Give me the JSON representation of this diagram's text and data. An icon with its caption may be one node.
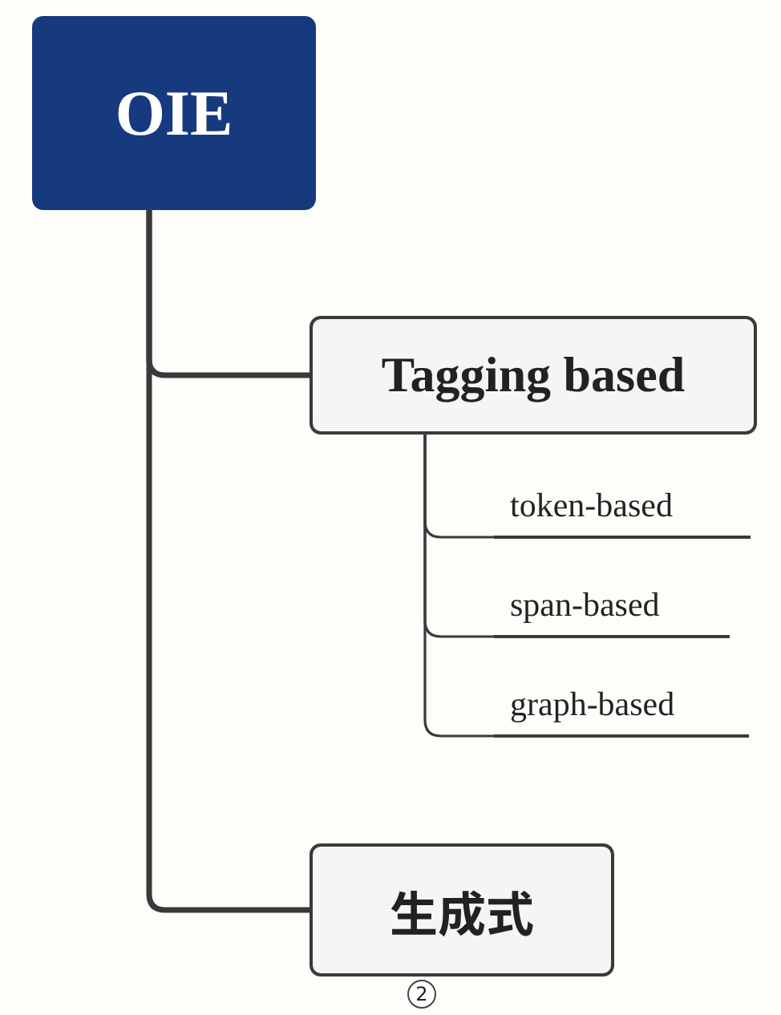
{
  "diagram": {
    "nodes": [
      {
        "text": [
          "OIE"
        ]
      },
      {
        "text": [
          "Tagging based"
        ]
      },
      {
        "text": [
          "token-based"
        ]
      },
      {
        "text": [
          "span-based"
        ]
      },
      {
        "text": [
          "graph-based"
        ]
      },
      {
        "text": [
          "生成式"
        ],
        "beside": [
          "2"
        ]
      }
    ],
    "edges": [
      {
        "from": 0,
        "to": 1,
        "arrow": "none",
        "style": "thick"
      },
      {
        "from": 0,
        "to": 5,
        "arrow": "none",
        "style": "thick"
      },
      {
        "from": 1,
        "to": 2,
        "arrow": "none"
      },
      {
        "from": 1,
        "to": 3,
        "arrow": "none"
      },
      {
        "from": 1,
        "to": 4,
        "arrow": "none"
      }
    ]
  }
}
